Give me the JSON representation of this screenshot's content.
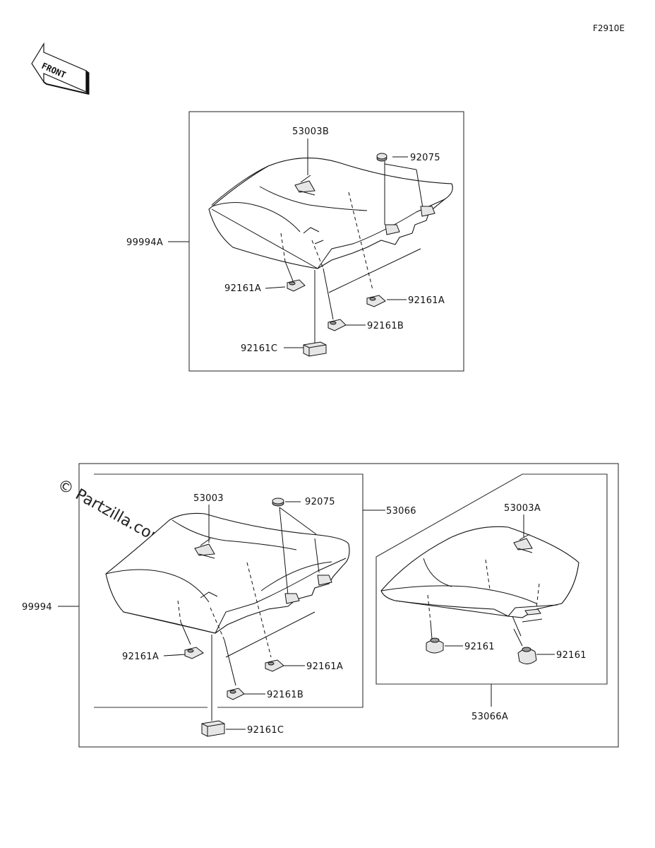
{
  "figure_code": "F2910E",
  "front_label": "FRONT",
  "watermark": "© Partzilla.com",
  "upper_assembly": {
    "callouts": {
      "seat_assembly": "99994A",
      "hook": "53003B",
      "nut": "92075",
      "damper_left": "92161A",
      "damper_right": "92161A",
      "damper_center": "92161B",
      "block": "92161C"
    }
  },
  "lower_assembly": {
    "callouts": {
      "seat_set": "99994",
      "front_seat": "53066",
      "hook": "53003",
      "nut": "92075",
      "damper_left": "92161A",
      "damper_right": "92161A",
      "damper_center": "92161B",
      "block": "92161C",
      "rear_seat": "53066A",
      "rear_hook": "53003A",
      "rear_damper_left": "92161",
      "rear_damper_right": "92161"
    }
  }
}
